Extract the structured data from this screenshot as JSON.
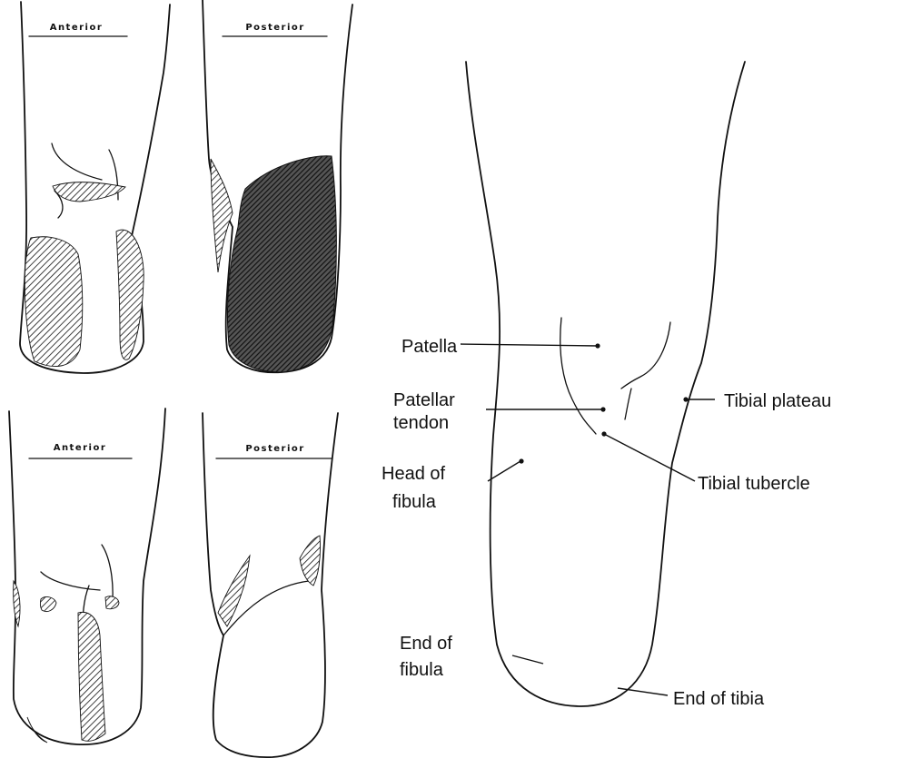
{
  "views": {
    "top_left": "Anterior",
    "top_right": "Posterior",
    "bottom_left": "Anterior",
    "bottom_right": "Posterior"
  },
  "labels": {
    "patella": "Patella",
    "patellar_tendon_1": "Patellar",
    "patellar_tendon_2": "tendon",
    "head_of_fibula_1": "Head of",
    "head_of_fibula_2": "fibula",
    "end_of_fibula_1": "End of",
    "end_of_fibula_2": "fibula",
    "tibial_plateau": "Tibial plateau",
    "tibial_tubercle": "Tibial tubercle",
    "end_of_tibia": "End of tibia"
  },
  "colors": {
    "ink": "#111111",
    "paper": "#ffffff"
  }
}
